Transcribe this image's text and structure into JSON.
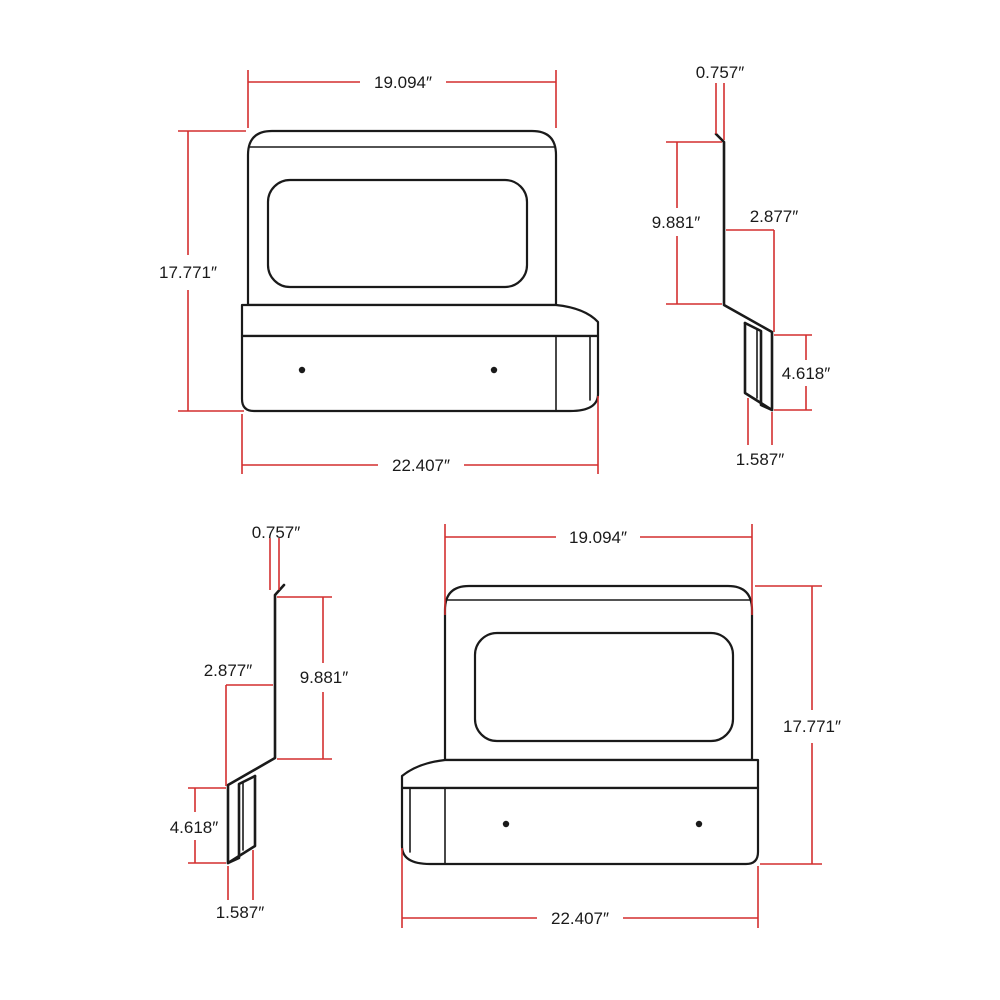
{
  "dimensions": {
    "top_width": "19.094″",
    "height": "17.771″",
    "base_width": "22.407″",
    "flange": "0.757″",
    "back_height": "9.881″",
    "step_depth": "2.877″",
    "lip_height": "4.618″",
    "lip_thickness": "1.587″"
  },
  "colors": {
    "dimension_lines": "#d32f2f",
    "outline": "#1a1a1a"
  }
}
